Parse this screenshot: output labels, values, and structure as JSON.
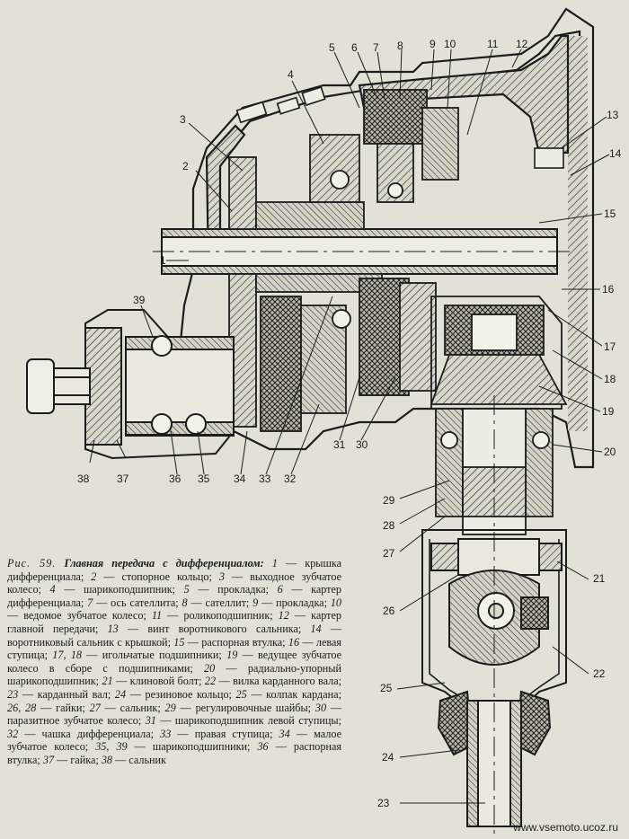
{
  "figure": {
    "label": "Рис. 59.",
    "title": "Главная передача с дифференциалом:",
    "legend": [
      {
        "n": "1",
        "t": "крышка дифференциала;"
      },
      {
        "n": "2",
        "t": "стопорное кольцо;"
      },
      {
        "n": "3",
        "t": "выходное зубчатое колесо;"
      },
      {
        "n": "4",
        "t": "шарикоподшипник;"
      },
      {
        "n": "5",
        "t": "прокладка;"
      },
      {
        "n": "6",
        "t": "картер дифференциала;"
      },
      {
        "n": "7",
        "t": "ось сателлита;"
      },
      {
        "n": "8",
        "t": "сателлит;"
      },
      {
        "n": "9",
        "t": "прокладка;"
      },
      {
        "n": "10",
        "t": "ведомое зубчатое колесо;"
      },
      {
        "n": "11",
        "t": "роликоподшипник;"
      },
      {
        "n": "12",
        "t": "картер главной передачи;"
      },
      {
        "n": "13",
        "t": "винт воротникового сальника;"
      },
      {
        "n": "14",
        "t": "воротниковый сальник с крышкой;"
      },
      {
        "n": "15",
        "t": "распорная втулка;"
      },
      {
        "n": "16",
        "t": "левая ступица;"
      },
      {
        "n": "17, 18",
        "t": "игольчатые подшипники;"
      },
      {
        "n": "19",
        "t": "ведущее зубчатое колесо в сборе с подшипниками;"
      },
      {
        "n": "20",
        "t": "радиально-упорный шарикоподшипник;"
      },
      {
        "n": "21",
        "t": "клиновой болт;"
      },
      {
        "n": "22",
        "t": "вилка карданного вала;"
      },
      {
        "n": "23",
        "t": "карданный вал;"
      },
      {
        "n": "24",
        "t": "резиновое кольцо;"
      },
      {
        "n": "25",
        "t": "колпак кардана;"
      },
      {
        "n": "26, 28",
        "t": "гайки;"
      },
      {
        "n": "27",
        "t": "сальник;"
      },
      {
        "n": "29",
        "t": "регулировочные шайбы;"
      },
      {
        "n": "30",
        "t": "паразитное зубчатое колесо;"
      },
      {
        "n": "31",
        "t": "шарикоподшипник левой ступицы;"
      },
      {
        "n": "32",
        "t": "чашка дифференциала;"
      },
      {
        "n": "33",
        "t": "правая ступица;"
      },
      {
        "n": "34",
        "t": "малое зубчатое колесо;"
      },
      {
        "n": "35, 39",
        "t": "шарикоподшипники;"
      },
      {
        "n": "36",
        "t": "распорная втулка;"
      },
      {
        "n": "37",
        "t": "гайка;"
      },
      {
        "n": "38",
        "t": "сальник"
      }
    ]
  },
  "callouts": [
    "1",
    "2",
    "3",
    "4",
    "5",
    "6",
    "7",
    "8",
    "9",
    "10",
    "11",
    "12",
    "13",
    "14",
    "15",
    "16",
    "17",
    "18",
    "19",
    "20",
    "21",
    "22",
    "23",
    "23",
    "24",
    "25",
    "26",
    "27",
    "28",
    "29",
    "30",
    "31",
    "32",
    "33",
    "34",
    "35",
    "36",
    "37",
    "38",
    "39"
  ],
  "watermark": "www.vsemoto.ucoz.ru",
  "colors": {
    "paper": "#e4e0d6",
    "ink": "#1c1c1c",
    "hatch": "#2a2a2a"
  }
}
